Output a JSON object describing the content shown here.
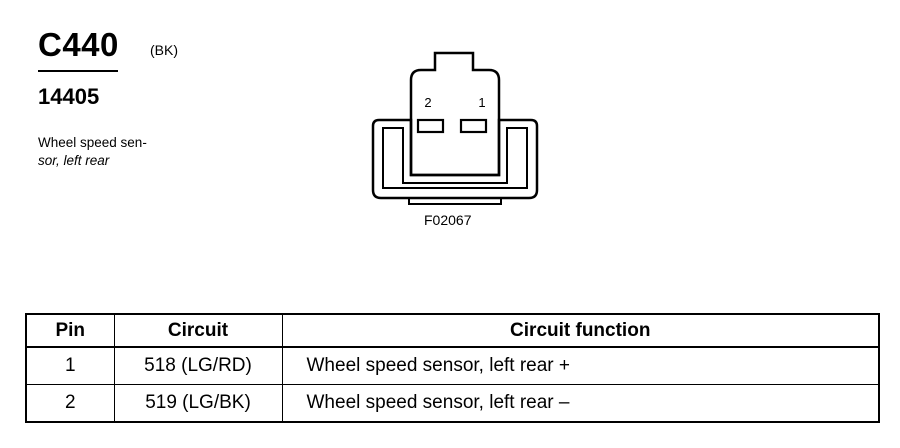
{
  "header": {
    "connector_id": "C440",
    "connector_color": "(BK)",
    "part_number": "14405",
    "description_line1": "Wheel speed sen-",
    "description_line2": "sor, left rear"
  },
  "figure": {
    "code": "F02067",
    "pin_labels": [
      "2",
      "1"
    ]
  },
  "table": {
    "headers": {
      "pin": "Pin",
      "circuit": "Circuit",
      "function": "Circuit function"
    },
    "rows": [
      {
        "pin": "1",
        "circuit": "518 (LG/RD)",
        "function": "Wheel speed sensor, left rear +"
      },
      {
        "pin": "2",
        "circuit": "519 (LG/BK)",
        "function": "Wheel speed sensor, left rear –"
      }
    ]
  }
}
